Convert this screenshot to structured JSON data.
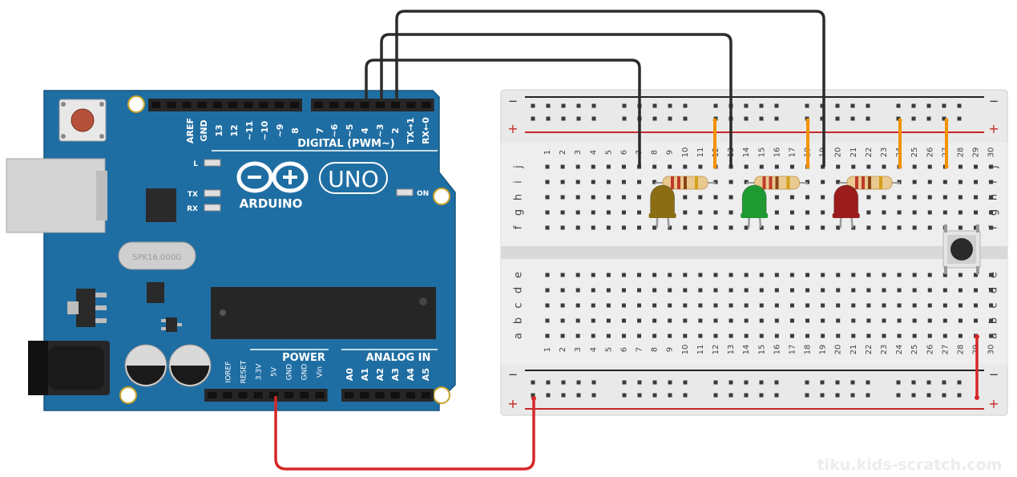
{
  "arduino": {
    "board_model": "UNO",
    "brand": "ARDUINO",
    "crystal_text": "SPK16.000G",
    "digital_header": "DIGITAL (PWM~)",
    "digital_pins": [
      "AREF",
      "GND",
      "13",
      "12",
      "~11",
      "~10",
      "~9",
      "8",
      "7",
      "~6",
      "~5",
      "4",
      "~3",
      "2",
      "TX→1",
      "RX←0"
    ],
    "led_labels": {
      "l": "L",
      "tx": "TX",
      "rx": "RX",
      "on": "ON"
    },
    "power_header": "POWER",
    "power_pins": [
      "IOREF",
      "RESET",
      "3.3V",
      "5V",
      "GND",
      "GND",
      "Vin"
    ],
    "analog_header": "ANALOG IN",
    "analog_pins": [
      "A0",
      "A1",
      "A2",
      "A3",
      "A4",
      "A5"
    ]
  },
  "breadboard": {
    "rail_minus": "−",
    "rail_plus": "+",
    "column_numbers": [
      "1",
      "2",
      "3",
      "4",
      "5",
      "6",
      "7",
      "8",
      "9",
      "10",
      "11",
      "12",
      "13",
      "14",
      "15",
      "16",
      "17",
      "18",
      "19",
      "20",
      "21",
      "22",
      "23",
      "24",
      "25",
      "26",
      "27",
      "28",
      "29",
      "30"
    ],
    "row_letters_top": [
      "j",
      "i",
      "h",
      "g",
      "f"
    ],
    "row_letters_bottom": [
      "e",
      "d",
      "c",
      "b",
      "a"
    ]
  },
  "components": {
    "leds": [
      {
        "color_name": "yellow",
        "color": "#8b6d14",
        "column": 8
      },
      {
        "color_name": "green",
        "color": "#1f9a32",
        "column": 14
      },
      {
        "color_name": "red",
        "color": "#9a1c1c",
        "column": 20
      }
    ],
    "resistor_band_colors": [
      "#c0392b",
      "#c0392b",
      "#8b4513",
      "#d4a017"
    ],
    "wire_colors": {
      "signal": "#2b2b2b",
      "power": "#d62828",
      "jumper": "#f39200"
    }
  },
  "watermark": "tiku.kids-scratch.com"
}
